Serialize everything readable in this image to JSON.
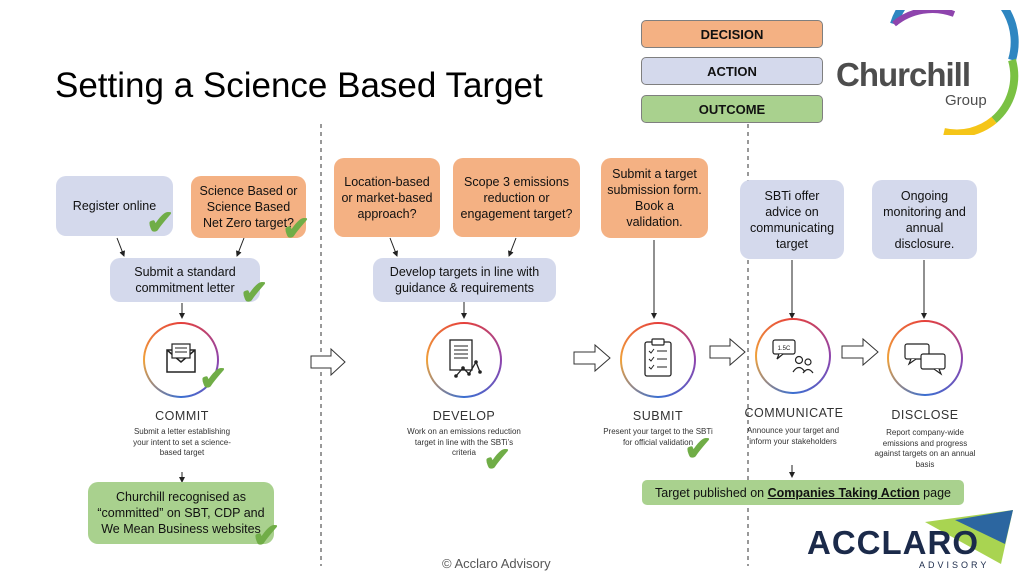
{
  "title": "Setting a Science Based Target",
  "legend": {
    "decision": "DECISION",
    "action": "ACTION",
    "outcome": "OUTCOME"
  },
  "churchill_logo": {
    "name": "Churchill",
    "sub": "Group"
  },
  "acclaro_logo": {
    "name": "ACCLARO",
    "sub": "ADVISORY"
  },
  "footer": "© Acclaro Advisory",
  "commit": {
    "box_register": "Register online",
    "box_sbt": "Science Based or Science Based Net Zero target?",
    "box_letter": "Submit a standard commitment letter",
    "label": "COMMIT",
    "desc": "Submit a letter establishing your intent to set a science-based target",
    "outcome": "Churchill recognised as “committed” on SBT, CDP and We Mean Business websites"
  },
  "develop": {
    "box_location": "Location-based or market-based approach?",
    "box_scope3": "Scope 3 emissions reduction or engagement target?",
    "box_develop": "Develop targets in line with guidance & requirements",
    "label": "DEVELOP",
    "desc": "Work on an emissions reduction target in line with the SBTi’s criteria"
  },
  "submit": {
    "box_submit": "Submit a target submission form. Book a validation.",
    "label": "SUBMIT",
    "desc": "Present your target to the SBTi for official validation"
  },
  "communicate": {
    "box_sbti": "SBTi offer advice on communicating target",
    "label": "COMMUNICATE",
    "desc": "Announce your target and inform your stakeholders",
    "icon_text": "1.5C"
  },
  "disclose": {
    "box_ongoing": "Ongoing monitoring and annual disclosure.",
    "label": "DISCLOSE",
    "desc": "Report company-wide emissions and progress against targets on an annual basis"
  },
  "published": {
    "pre": "Target published on ",
    "bold": "Companies Taking Action",
    "post": " page"
  },
  "colors": {
    "decision": "#f4b183",
    "action": "#d4d9ec",
    "outcome": "#a9d18e",
    "check": "#70ad47"
  }
}
